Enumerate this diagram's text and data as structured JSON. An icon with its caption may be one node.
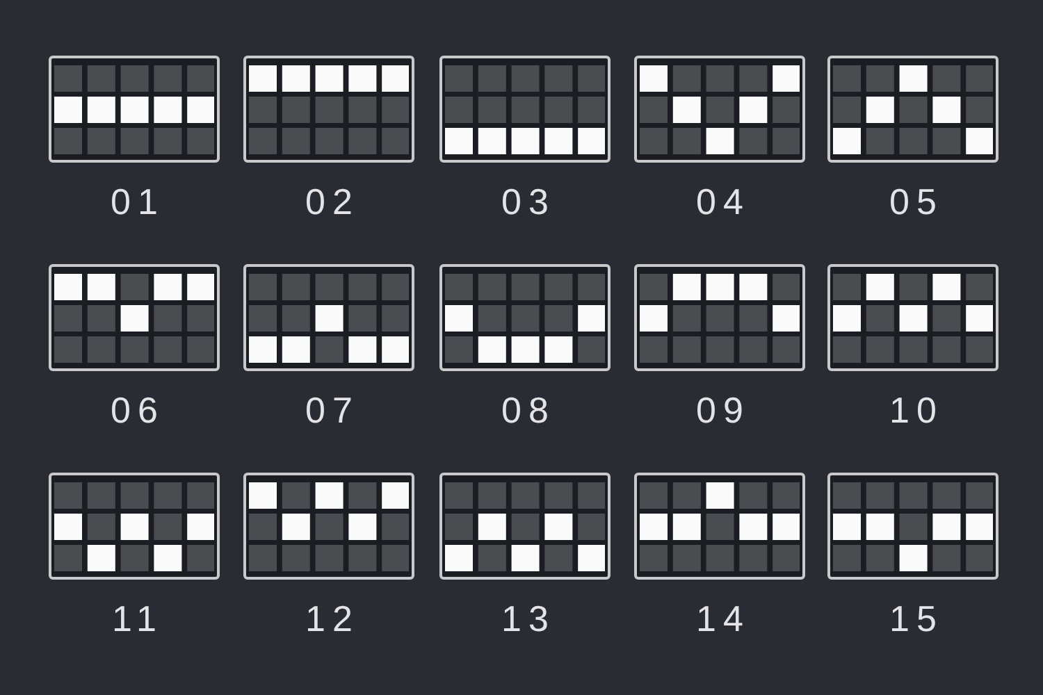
{
  "diagram": {
    "nodes": [
      {
        "text": [],
        "shape": "box",
        "beside": [
          "01"
        ]
      },
      {
        "text": [],
        "shape": "box",
        "beside": [
          "02"
        ]
      },
      {
        "text": [],
        "shape": "box",
        "beside": [
          "03"
        ]
      },
      {
        "text": [],
        "shape": "box",
        "beside": [
          "04"
        ]
      },
      {
        "text": [],
        "shape": "box",
        "beside": [
          "05"
        ]
      },
      {
        "text": [],
        "shape": "box",
        "beside": [
          "06"
        ]
      },
      {
        "text": [],
        "shape": "box",
        "beside": [
          "07"
        ]
      },
      {
        "text": [],
        "shape": "box",
        "beside": [
          "08"
        ]
      },
      {
        "text": [],
        "shape": "box",
        "beside": [
          "09"
        ]
      },
      {
        "text": [],
        "shape": "box",
        "beside": [
          "10"
        ]
      },
      {
        "text": [],
        "shape": "box",
        "beside": [
          "11"
        ]
      },
      {
        "text": [],
        "shape": "box",
        "beside": [
          "12"
        ]
      },
      {
        "text": [],
        "shape": "box",
        "beside": [
          "13"
        ]
      },
      {
        "text": [],
        "shape": "box",
        "beside": [
          "14"
        ]
      },
      {
        "text": [],
        "shape": "box",
        "beside": [
          "15"
        ]
      }
    ]
  }
}
